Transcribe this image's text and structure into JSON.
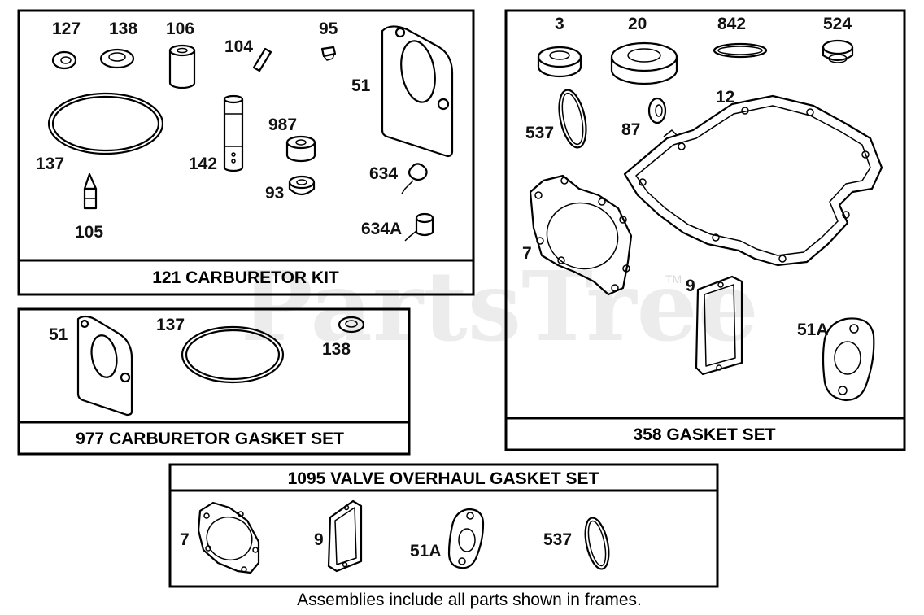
{
  "watermark": {
    "text": "PartsTree",
    "tm": "TM"
  },
  "caption": "Assemblies include all parts shown in frames.",
  "frames": {
    "carburetor_kit": {
      "title": "121 CARBURETOR KIT",
      "parts": {
        "p127": "127",
        "p138": "138",
        "p106": "106",
        "p104": "104",
        "p95": "95",
        "p51": "51",
        "p137": "137",
        "p142": "142",
        "p987": "987",
        "p93": "93",
        "p634": "634",
        "p634a": "634A",
        "p105": "105"
      }
    },
    "carburetor_gasket_set": {
      "title": "977 CARBURETOR GASKET SET",
      "parts": {
        "p51": "51",
        "p137": "137",
        "p138": "138"
      }
    },
    "gasket_set": {
      "title": "358 GASKET SET",
      "parts": {
        "p3": "3",
        "p20": "20",
        "p842": "842",
        "p524": "524",
        "p537": "537",
        "p87": "87",
        "p12": "12",
        "p7": "7",
        "p9": "9",
        "p51a": "51A"
      }
    },
    "valve_overhaul_gasket_set": {
      "title": "1095 VALVE OVERHAUL GASKET SET",
      "parts": {
        "p7": "7",
        "p9": "9",
        "p51a": "51A",
        "p537": "537"
      }
    }
  }
}
